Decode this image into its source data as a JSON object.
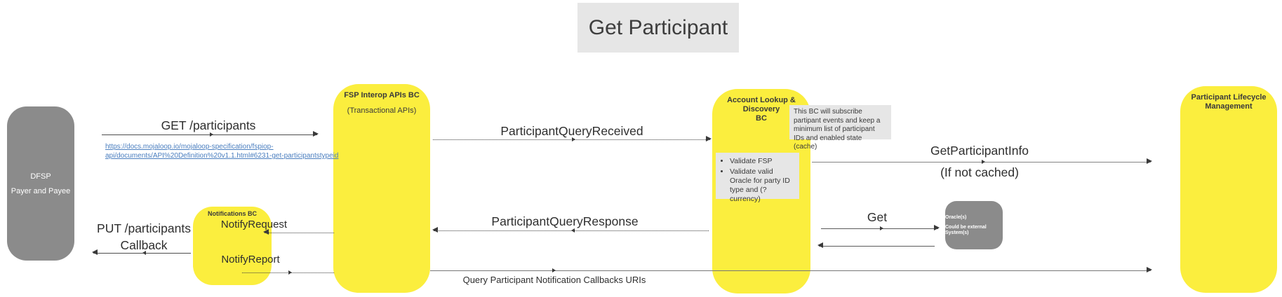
{
  "title": "Get Participant",
  "actors": {
    "dfsp": {
      "line1": "DFSP",
      "line2": "Payer and Payee"
    },
    "fsp_interop": {
      "title": "FSP Interop APIs BC",
      "subtitle": "(Transactional APIs)"
    },
    "notifications": {
      "title": "Notifications BC"
    },
    "account_lookup": {
      "title_line1": "Account Lookup & Discovery",
      "title_line2": "BC"
    },
    "oracle": {
      "line1": "Oracle(s)",
      "line2": "Could be external",
      "line3": "System(s)"
    },
    "plm": {
      "title_line1": "Participant Lifecycle",
      "title_line2": "Management"
    }
  },
  "messages": {
    "get_participants": {
      "label": "GET /participants",
      "link_line1": "https://docs.mojaloop.io/mojaloop-specification/fspiop-",
      "link_line2": "api/documents/API%20Definition%20v1.1.html#6231-get-participantstypeid"
    },
    "participant_query_received": {
      "label": "ParticipantQueryReceived"
    },
    "get_participant_info": {
      "label": "GetParticipantInfo",
      "label2": "(If not cached)"
    },
    "get_oracle": {
      "label": "Get"
    },
    "participant_query_response": {
      "label": "ParticipantQueryResponse"
    },
    "notify_request": {
      "label": "NotifyRequest"
    },
    "put_participants": {
      "label": "PUT /participants",
      "label2": "Callback"
    },
    "notify_report": {
      "label": "NotifyReport"
    },
    "query_callbacks": {
      "label": "Query Participant Notification Callbacks URIs"
    }
  },
  "notes": {
    "subscribe": {
      "text": "This BC will subscribe partipant events and keep a minimum list of participant IDs and enabled state (cache)"
    },
    "validate": {
      "items": [
        "Validate FSP",
        "Validate valid Oracle for party ID type and (?currency)"
      ]
    }
  },
  "colors": {
    "actor_yellow": "#fbee3e",
    "actor_gray": "#8b8b8b",
    "note_gray": "#e6e6e6",
    "link_blue": "#4a7ebf",
    "line_dark": "#3a3a3a"
  }
}
